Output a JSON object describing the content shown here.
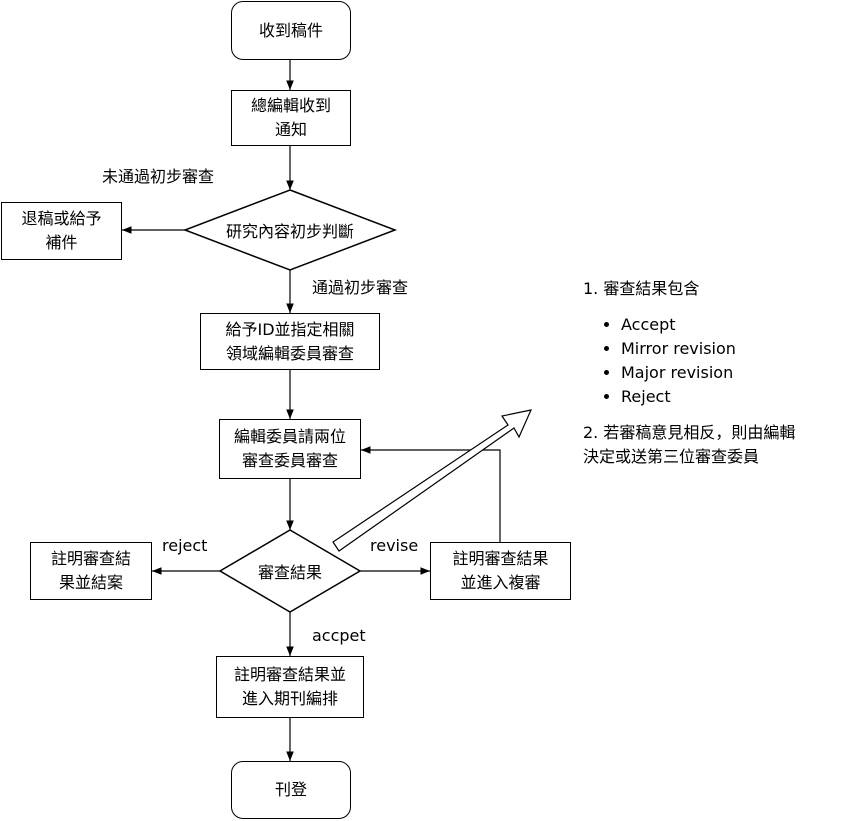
{
  "nodes": {
    "start": "收到稿件",
    "editor_notified": [
      "總編輯收到",
      "通知"
    ],
    "preliminary": "研究內容初步判斷",
    "return_or_supplement": [
      "退稿或給予",
      "補件"
    ],
    "assign": [
      "給予ID並指定相關",
      "領域編輯委員審查"
    ],
    "invite_reviewers": [
      "編輯委員請兩位",
      "審查委員審查"
    ],
    "review_result": "審查結果",
    "reject_close": [
      "註明審查結",
      "果並結案"
    ],
    "revise_rereview": [
      "註明審查結果",
      "並進入複審"
    ],
    "accept_schedule": [
      "註明審查結果並",
      "進入期刊編排"
    ],
    "publish": "刊登"
  },
  "edge_labels": {
    "not_pass": "未通過初步審查",
    "pass": "通過初步審查",
    "reject": "reject",
    "revise": "revise",
    "accept": "accpet"
  },
  "notes": {
    "item1": "1. 審查結果包含",
    "bullets": [
      "Accept",
      "Mirror revision",
      "Major revision",
      "Reject"
    ],
    "item2_line1": "2. 若審稿意見相反，則由編輯",
    "item2_line2": "決定或送第三位審查委員"
  }
}
